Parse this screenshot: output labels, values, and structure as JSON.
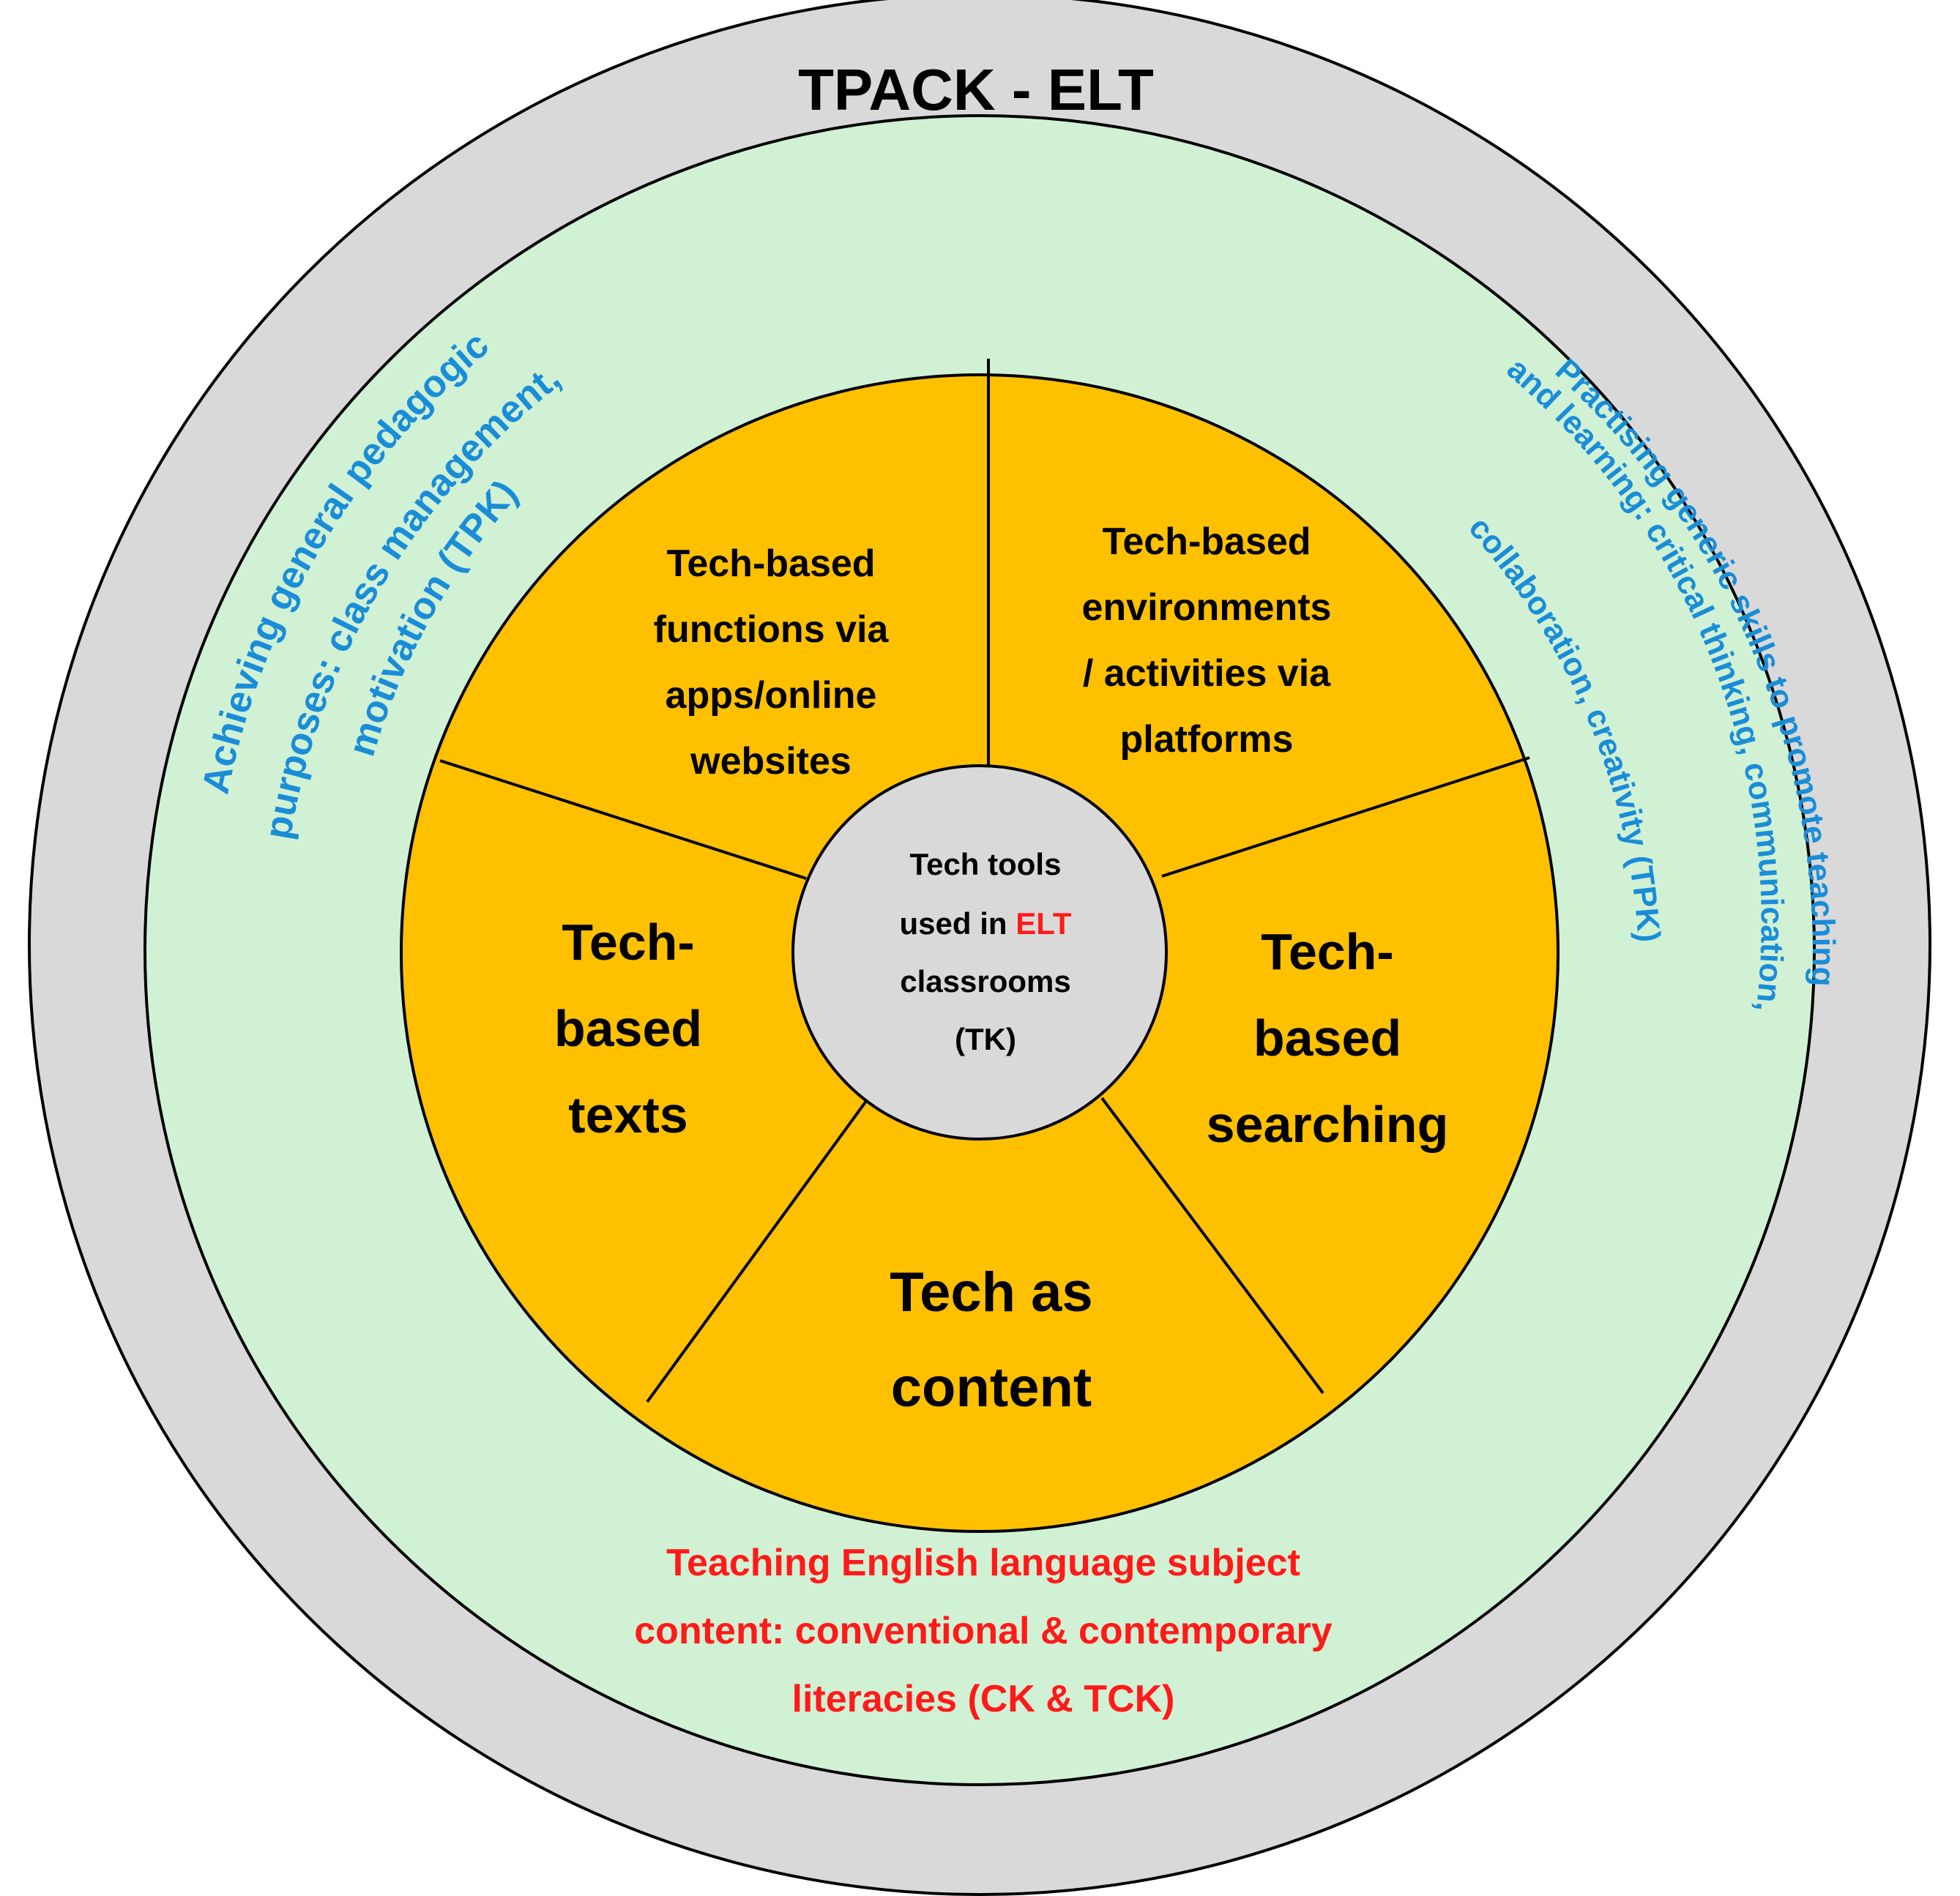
{
  "title": "TPACK - ELT",
  "center": {
    "lines": [
      "Tech tools",
      "used in ",
      "classrooms",
      "(TK)"
    ],
    "highlight": "ELT"
  },
  "segments": [
    {
      "id": "functions",
      "lines": [
        "Tech-based",
        "functions via",
        "apps/online",
        "websites"
      ]
    },
    {
      "id": "environments",
      "lines": [
        "Tech-based",
        "environments",
        "/ activities via",
        "platforms"
      ]
    },
    {
      "id": "searching",
      "lines": [
        "Tech-",
        "based",
        "searching"
      ]
    },
    {
      "id": "content",
      "lines": [
        "Tech as",
        "content"
      ]
    },
    {
      "id": "texts",
      "lines": [
        "Tech-",
        "based",
        "texts"
      ]
    }
  ],
  "left_arc": {
    "lines": [
      "Achieving general pedagogic",
      "purposes: class management,",
      "motivation (TPK)"
    ]
  },
  "right_arc": {
    "lines": [
      "Practising generic skills to promote teaching",
      "and learning: critical thinking, communication,",
      "collaboration, creativity (TPK)"
    ]
  },
  "bottom": {
    "lines": [
      "Teaching English language subject",
      "content: conventional & contemporary",
      "literacies (CK & TCK)"
    ]
  },
  "colors": {
    "outer_ring": "#D9D9D9",
    "middle_ring": "#D1F1D4",
    "segment_fill": "#FFC000",
    "center_fill": "#D9D9D9",
    "blue_text": "#1A8DD8",
    "red_text": "#FF1A1A",
    "outline": "#000000"
  }
}
